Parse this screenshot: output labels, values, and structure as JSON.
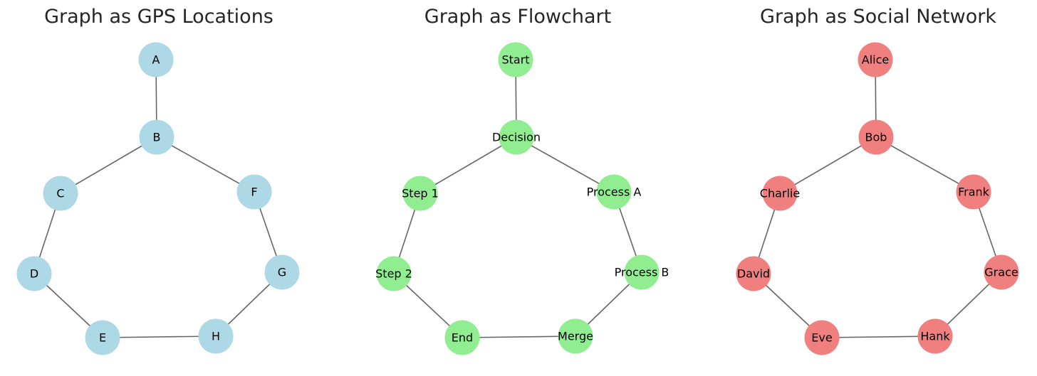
{
  "panels": [
    {
      "id": "gps",
      "title": "Graph as GPS Locations",
      "node_color": "#add8e6",
      "nodes": [
        "A",
        "B",
        "C",
        "F",
        "D",
        "G",
        "E",
        "H"
      ],
      "edges": [
        [
          "A",
          "B"
        ],
        [
          "B",
          "C"
        ],
        [
          "B",
          "F"
        ],
        [
          "C",
          "D"
        ],
        [
          "F",
          "G"
        ],
        [
          "D",
          "E"
        ],
        [
          "G",
          "H"
        ],
        [
          "E",
          "H"
        ]
      ]
    },
    {
      "id": "flowchart",
      "title": "Graph as Flowchart",
      "node_color": "#90ee90",
      "nodes": [
        "Start",
        "Decision",
        "Step 1",
        "Process A",
        "Step 2",
        "Process B",
        "End",
        "Merge"
      ],
      "edges": [
        [
          "Start",
          "Decision"
        ],
        [
          "Decision",
          "Step 1"
        ],
        [
          "Decision",
          "Process A"
        ],
        [
          "Step 1",
          "Step 2"
        ],
        [
          "Process A",
          "Process B"
        ],
        [
          "Step 2",
          "End"
        ],
        [
          "Process B",
          "Merge"
        ],
        [
          "End",
          "Merge"
        ]
      ]
    },
    {
      "id": "social",
      "title": "Graph as Social Network",
      "node_color": "#f08080",
      "nodes": [
        "Alice",
        "Bob",
        "Charlie",
        "Frank",
        "David",
        "Grace",
        "Eve",
        "Hank"
      ],
      "edges": [
        [
          "Alice",
          "Bob"
        ],
        [
          "Bob",
          "Charlie"
        ],
        [
          "Bob",
          "Frank"
        ],
        [
          "Charlie",
          "David"
        ],
        [
          "Frank",
          "Grace"
        ],
        [
          "David",
          "Eve"
        ],
        [
          "Grace",
          "Hank"
        ],
        [
          "Eve",
          "Hank"
        ]
      ]
    }
  ]
}
